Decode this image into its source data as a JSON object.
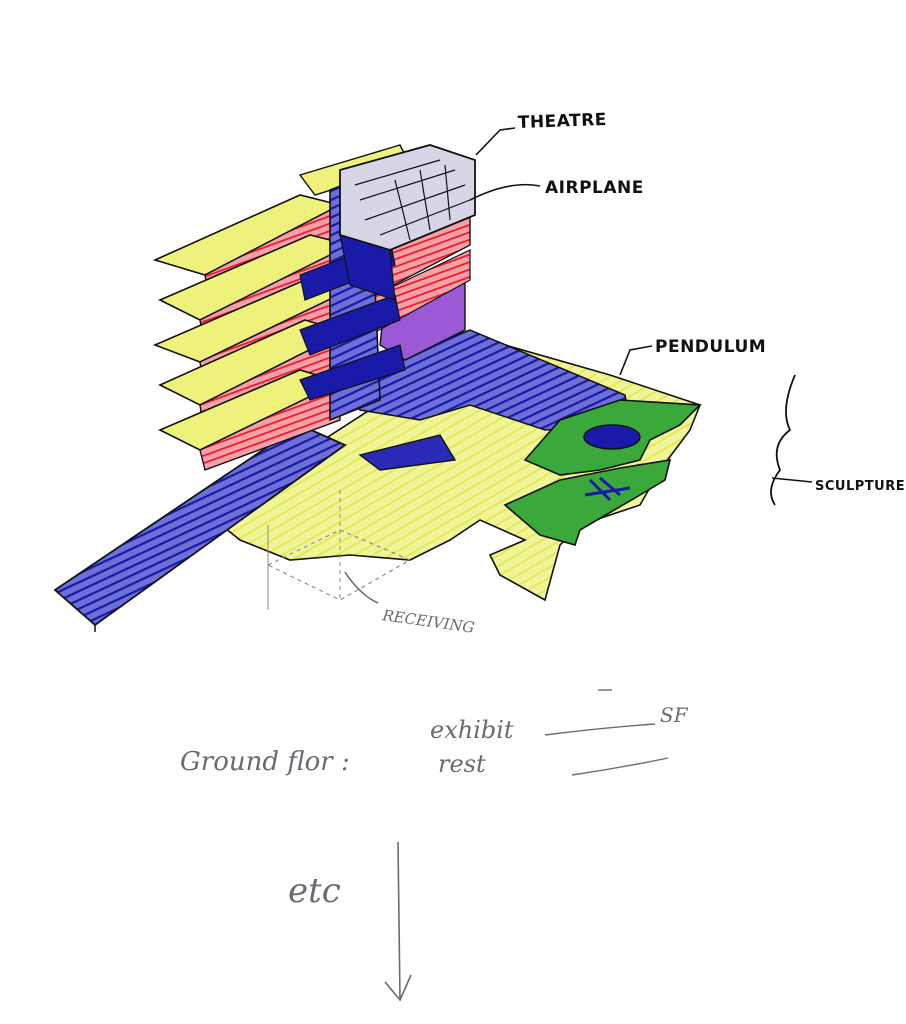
{
  "labels": {
    "theatre": "THEATRE",
    "airplane": "AIRPLANE",
    "pendulum": "PENDULUM",
    "sculpture": "SCULPTURE",
    "receiving": "RECEIVING"
  },
  "notes": {
    "ground_floor": "Ground flor :",
    "exhibit": "exhibit",
    "rest": "rest",
    "sf": "SF",
    "etc": "etc"
  },
  "colors": {
    "yellow": "#eef27a",
    "red": "#e8192c",
    "blue": "#1a1aa8",
    "purple": "#9b59d6",
    "green": "#3aa83a",
    "ink": "#111111",
    "pencil": "#6a6a72"
  }
}
